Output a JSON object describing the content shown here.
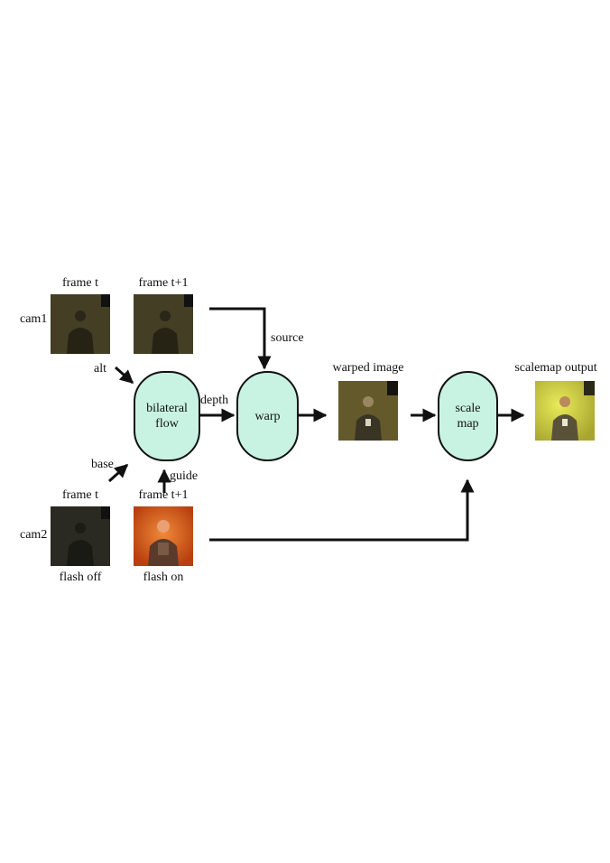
{
  "colors": {
    "node_fill": "#c8f3e3",
    "line": "#111111",
    "thumb_cam1_dark": "#3a3520",
    "thumb_flash_orange": "#d95a1e",
    "thumb_output_yellow": "#d8d740"
  },
  "rows": {
    "cam1": "cam1",
    "cam2": "cam2"
  },
  "frames": {
    "cam1_t": "frame t",
    "cam1_t1": "frame t+1",
    "cam2_t": "frame t",
    "cam2_t1": "frame t+1"
  },
  "captions": {
    "flash_off": "flash off",
    "flash_on": "flash on",
    "warped_image": "warped image",
    "scalemap_output": "scalemap output"
  },
  "nodes": {
    "bilateral_flow": "bilateral\nflow",
    "warp": "warp",
    "scale_map": "scale\nmap"
  },
  "edges": {
    "alt": "alt",
    "base": "base",
    "guide": "guide",
    "depth": "depth",
    "source": "source"
  }
}
